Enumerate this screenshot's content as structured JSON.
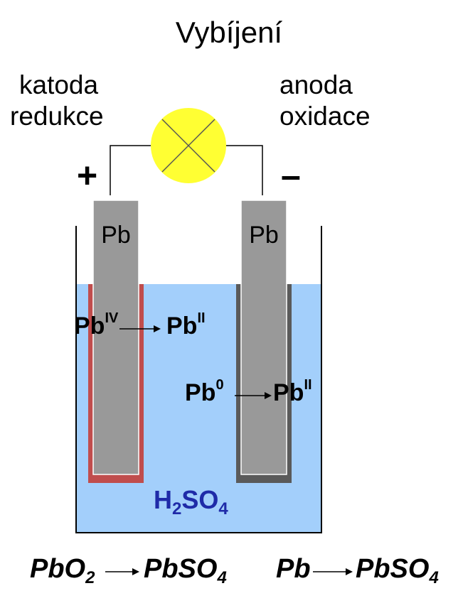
{
  "title": "Vybíjení",
  "cathode": {
    "name": "katoda",
    "process": "redukce",
    "sign": "+"
  },
  "anode": {
    "name": "anoda",
    "process": "oxidace",
    "sign": "–"
  },
  "electrode_label": "Pb",
  "left_reaction": {
    "from": "Pb",
    "from_sup": "IV",
    "to": "Pb",
    "to_sup": "II"
  },
  "right_reaction": {
    "from": "Pb",
    "from_sup": "0",
    "to": "Pb",
    "to_sup": "II"
  },
  "electrolyte": {
    "h": "H",
    "h_sub": "2",
    "so": "SO",
    "so_sub": "4"
  },
  "equation_left": {
    "from": "PbO",
    "from_sub": "2",
    "to": "PbSO",
    "to_sub": "4"
  },
  "equation_right": {
    "from": "Pb",
    "to": "PbSO",
    "to_sub": "4"
  },
  "colors": {
    "electrolyte": "#a3cffb",
    "electrode": "#999999",
    "pbo2_layer": "#c04d4d",
    "pbso4_layer": "#5a5a5a",
    "lamp": "#ffff33",
    "acid_text": "#1f2ba8"
  }
}
